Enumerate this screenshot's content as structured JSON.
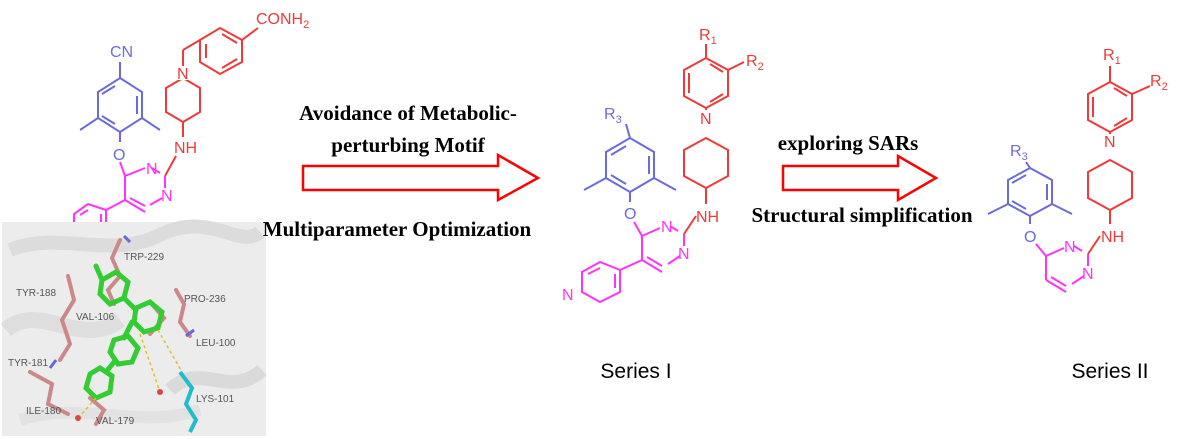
{
  "colors": {
    "blue": "#6b6bdc",
    "magenta": "#ff33ff",
    "red": "#f03a3a",
    "arrow": "#ff0000",
    "residue": "#cc8888",
    "ligand": "#33cc33",
    "lys": "#22bbcc"
  },
  "labels": {
    "step1_line1": "Avoidance of Metabolic-",
    "step1_line2": "perturbing Motif",
    "step1_below": "Multiparameter Optimization",
    "step2_above": "exploring SARs",
    "step2_below": "Structural simplification",
    "series1": "Series I",
    "series2": "Series II"
  },
  "atoms": {
    "cn": "CN",
    "conh2": "CONH",
    "conh2_sub": "2",
    "n": "N",
    "o": "O",
    "nh": "NH",
    "r1": "R",
    "r2": "R",
    "r3": "R",
    "sub1": "1",
    "sub2": "2",
    "sub3": "3"
  },
  "residues": {
    "trp": "TRP-229",
    "tyr188": "TYR-188",
    "pro": "PRO-236",
    "val106": "VAL-106",
    "leu": "LEU-100",
    "tyr181": "TYR-181",
    "lys": "LYS-101",
    "ile": "ILE-180",
    "val179": "VAL-179"
  }
}
